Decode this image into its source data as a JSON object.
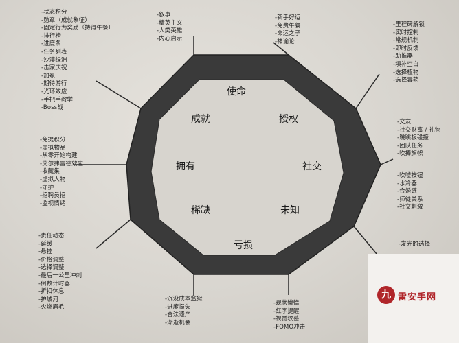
{
  "core_drives": {
    "top": "使命",
    "upper_left": "成就",
    "upper_right": "授权",
    "left": "拥有",
    "right": "社交",
    "lower_left": "稀缺",
    "lower_right": "未知",
    "bottom": "亏损"
  },
  "lists": {
    "left_top": [
      "状态积分",
      "勋章（成就象征）",
      "固定行为奖励（持得午餐）",
      "排行榜",
      "进度条",
      "任务列表",
      "沙漠绿洲",
      "击家庆祝",
      "加冕",
      "期待游行",
      "光环效应",
      "手把手教学",
      "Boss战"
    ],
    "left_middle": [
      "免提积分",
      "虚拟物品",
      "从零开始构建",
      "艾尔弗雷德效应",
      "收藏集",
      "虚拟人物",
      "守护",
      "招聘员招",
      "监视情绪"
    ],
    "left_bottom": [
      "责任动态",
      "延缓",
      "悬挂",
      "价格调整",
      "选择调整",
      "最后一公里冲刺",
      "倒数计时器",
      "折扣休息",
      "护城河",
      "火烧眉毛"
    ],
    "top_left": [
      "叙事",
      "精英主义",
      "人类英雄",
      "内心启示"
    ],
    "top_right": [
      "新手好运",
      "免费午餐",
      "命运之子",
      "神谕论"
    ],
    "right_top": [
      "里程碑解锁",
      "实时控制",
      "常规机制",
      "即时反馈",
      "助推器",
      "填补空白",
      "选择植物",
      "选择毒药"
    ],
    "right_middle": [
      "交友",
      "社交财富 / 礼物",
      "跳跳板碰撞",
      "团队任务",
      "吹捧旗帜"
    ],
    "right_lower": [
      "吹嘘按钮",
      "水冷器",
      "合婚链",
      "师徒关系",
      "社交刺激"
    ],
    "right_bottom": [
      "发光的选择"
    ],
    "bottom_left": [
      "沉没成本监狱",
      "进度损失",
      "合法遗产",
      "渐逝机会"
    ],
    "bottom_right": [
      "现状懒惰",
      "红字提醒",
      "视觉坟墓",
      "FOMO冲击"
    ]
  },
  "watermark": {
    "logo_text": "九",
    "site_name": "雷安手网"
  }
}
